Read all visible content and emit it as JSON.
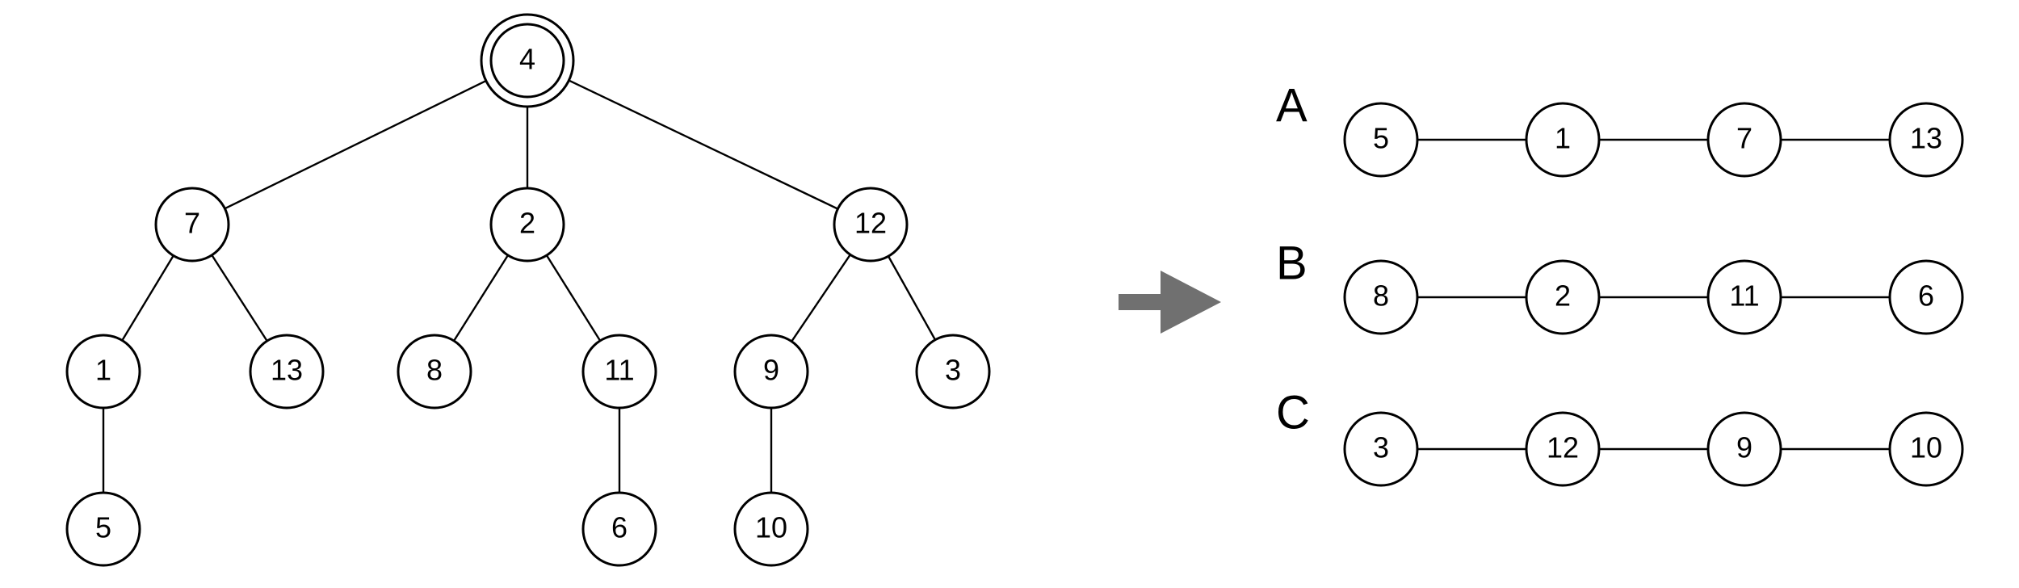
{
  "tree": {
    "root": "4",
    "nodes": [
      "4",
      "7",
      "2",
      "12",
      "1",
      "13",
      "8",
      "11",
      "9",
      "3",
      "5",
      "6",
      "10"
    ],
    "edges": [
      [
        "4",
        "7"
      ],
      [
        "4",
        "2"
      ],
      [
        "4",
        "12"
      ],
      [
        "7",
        "1"
      ],
      [
        "7",
        "13"
      ],
      [
        "2",
        "8"
      ],
      [
        "2",
        "11"
      ],
      [
        "12",
        "9"
      ],
      [
        "12",
        "3"
      ],
      [
        "1",
        "5"
      ],
      [
        "11",
        "6"
      ],
      [
        "9",
        "10"
      ]
    ]
  },
  "chains": [
    {
      "label": "A",
      "nodes": [
        "5",
        "1",
        "7",
        "13"
      ]
    },
    {
      "label": "B",
      "nodes": [
        "8",
        "2",
        "11",
        "6"
      ]
    },
    {
      "label": "C",
      "nodes": [
        "3",
        "12",
        "9",
        "10"
      ]
    }
  ],
  "arrow_color": "#707070"
}
